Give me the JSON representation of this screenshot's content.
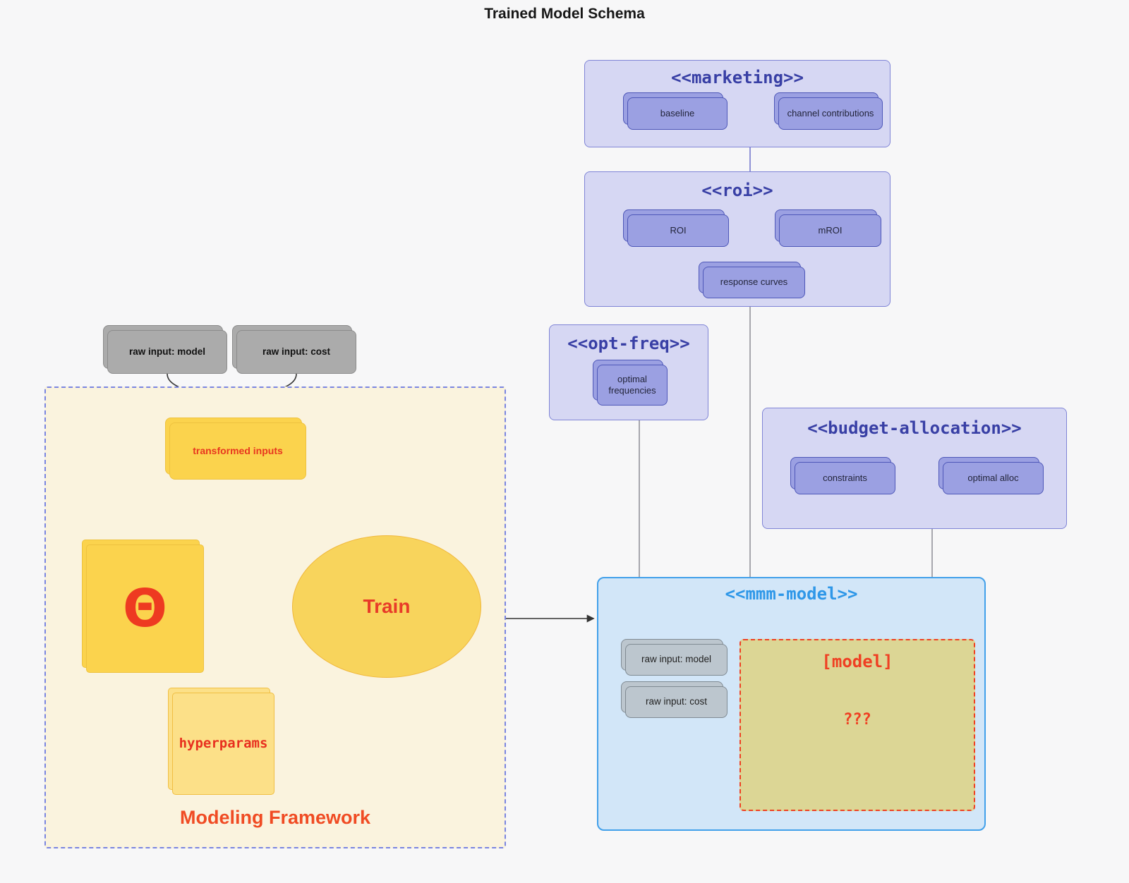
{
  "title": "Trained Model Schema",
  "marketing": {
    "title": "<<marketing>>",
    "left": "baseline",
    "right": "channel contributions"
  },
  "roi": {
    "title": "<<roi>>",
    "left": "ROI",
    "right": "mROI",
    "bottom": "response curves"
  },
  "opt_freq": {
    "title": "<<opt-freq>>",
    "node": "optimal frequencies"
  },
  "budget": {
    "title": "<<budget-allocation>>",
    "left": "constraints",
    "right": "optimal alloc"
  },
  "mmm": {
    "title": "<<mmm-model>>",
    "input_model": "raw input: model",
    "input_cost": "raw input: cost",
    "model": "[model]",
    "unknown": "???"
  },
  "inputs": {
    "model": "raw input: model",
    "cost": "raw input: cost"
  },
  "framework": {
    "label": "Modeling Framework",
    "transformed": "transformed inputs",
    "theta": "Θ",
    "train": "Train",
    "hyperparams": "hyperparams"
  },
  "colors": {
    "purple_container": "#d6d7f3",
    "purple_border": "#7f84d6",
    "purple_node": "#9ba0e2",
    "purple_title": "#383fa5",
    "blue_container": "#d2e6f8",
    "blue_border": "#42a0ea",
    "blue_title": "#2e97e8",
    "gray_node": "#bcc6ce",
    "khaki_model": "#dcd695",
    "accent_red": "#ee3a21",
    "yellow_node": "#fbd34d",
    "yellow_light": "#fce088",
    "cream_frame": "#faf3de"
  }
}
